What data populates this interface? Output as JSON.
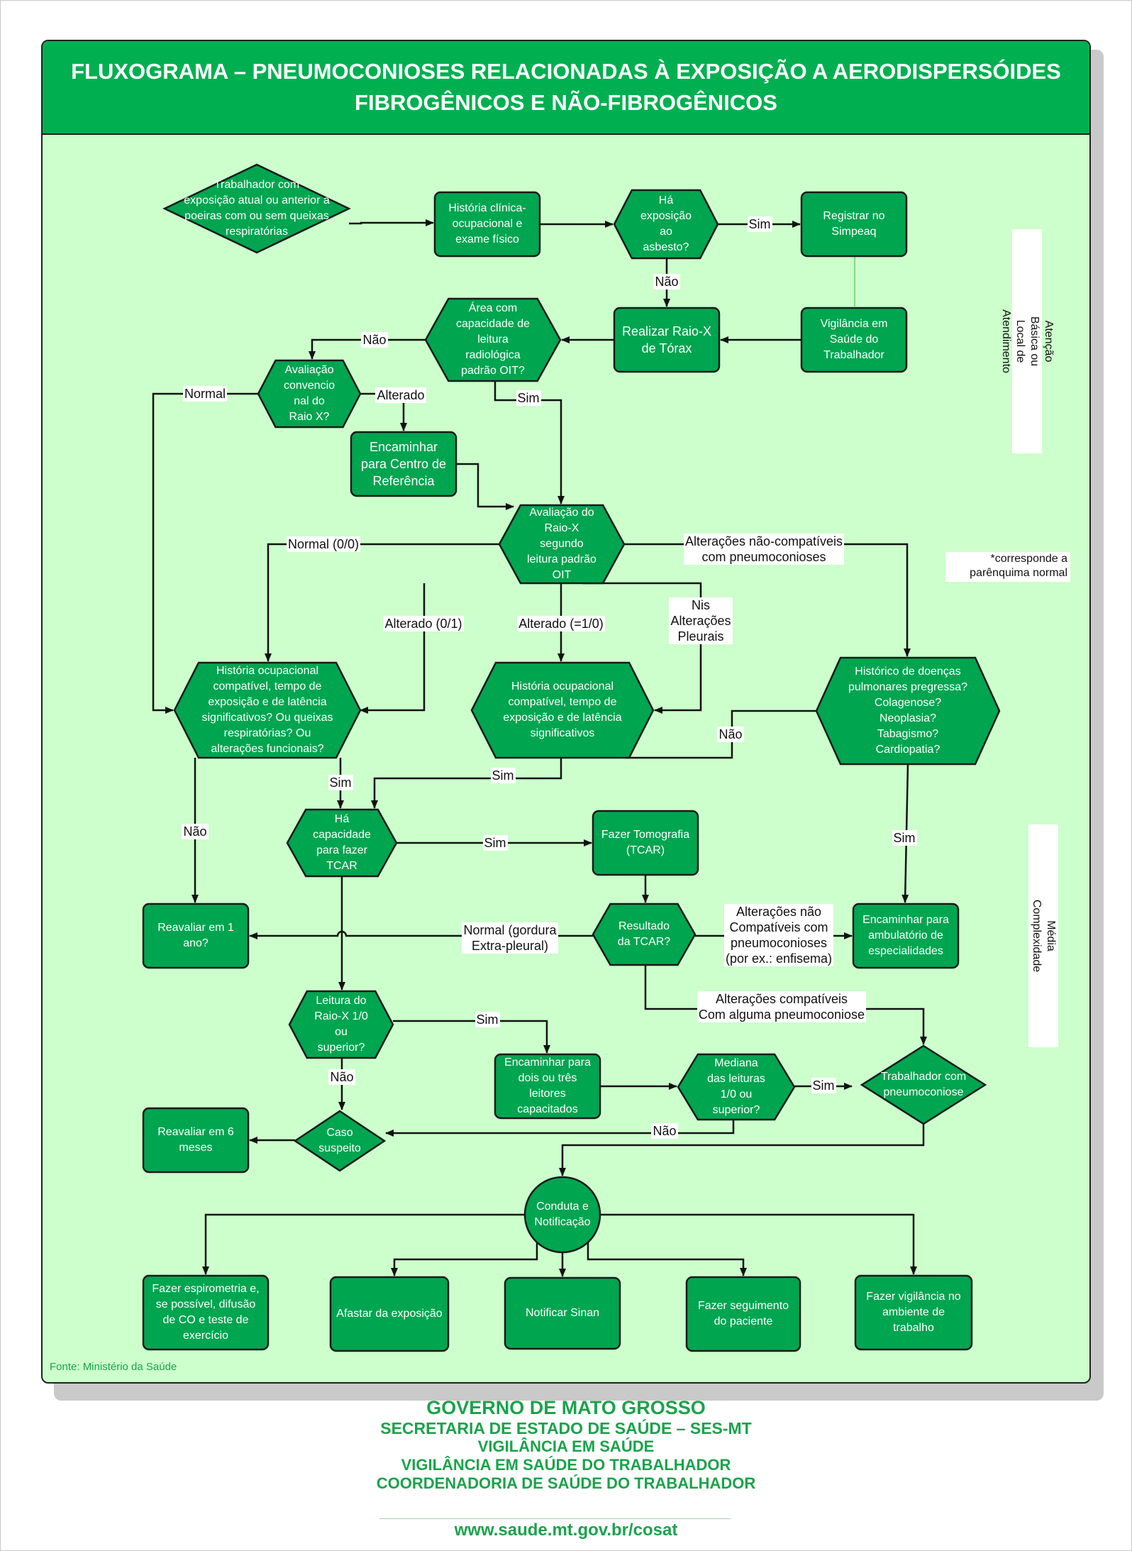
{
  "title": {
    "line1": "FLUXOGRAMA – PNEUMOCONIOSES RELACIONADAS À EXPOSIÇÃO A AERODISPERSÓIDES",
    "line2": "FIBROGÊNICOS E NÃO-FIBROGÊNICOS"
  },
  "side_labels": {
    "top": "Atenção Básica ou Local de\nAtendimento",
    "bottom": "Média Complexidade"
  },
  "note": "*corresponde a\nparênquima normal",
  "source": "Fonte: Ministério da Saúde",
  "nodes": {
    "trabalhador": "Trabalhador com\nexposição atual ou anterior a\npoeiras com ou sem queixas\nrespiratórias",
    "historia_clinica": "História clínica-\nocupacional e\nexame físico",
    "exposicao_asbesto": "Há\nexposição\nao\nasbesto?",
    "registrar": "Registrar no\nSimpeaq",
    "vigilancia": "Vigilância em\nSaúde do\nTrabalhador",
    "raio_x": "Realizar Raio-X\nde Tórax",
    "area_leitura": "Área com\ncapacidade de\nleitura\nradiológica\npadrão OIT?",
    "avaliacao_conv": "Avaliação\nconvencio\nnal do\nRaio X?",
    "encaminhar_centro": "Encaminhar\npara Centro de\nReferência",
    "avaliacao_oit": "Avaliação do\nRaio-X\nsegundo\nleitura padrão\nOIT",
    "historia_queixas": "História ocupacional\ncompatível, tempo de\nexposição e de latência\nsignificativos? Ou queixas\nrespiratórias? Ou\nalterações funcionais?",
    "historia_latencia": "História ocupacional\ncompatível, tempo de\nexposição e de latência\nsignificativos",
    "historico_doencas": "Histórico de doenças\npulmonares pregressa?\nColagenose?\nNeoplasia?\nTabagismo?\nCardiopatia?",
    "capacidade_tcar": "Há\ncapacidade\npara fazer\nTCAR",
    "fazer_tomografia": "Fazer Tomografia\n(TCAR)",
    "reavaliar_1ano": "Reavaliar em 1\nano?",
    "resultado_tcar": "Resultado\nda TCAR?",
    "encaminhar_ambulatorio": "Encaminhar para\nambulatório de\nespecialidades",
    "leitura_raio": "Leitura do\nRaio-X 1/0\nou\nsuperior?",
    "encaminhar_leitores": "Encaminhar para\ndois ou três\nleitores\ncapacitados",
    "mediana": "Mediana\ndas leituras\n1/0 ou\nsuperior?",
    "trabalhador_pneumo": "Trabalhador com\npneumoconiose",
    "reavaliar_6meses": "Reavaliar em 6\nmeses",
    "caso_suspeito": "Caso\nsuspeito",
    "conduta": "Conduta e\nNotificação",
    "espirometria": "Fazer espirometria e,\nse possível, difusão\nde CO e teste de\nexercício",
    "afastar": "Afastar da exposição",
    "notificar": "Notificar Sinan",
    "seguimento": "Fazer seguimento\ndo paciente",
    "vigilancia_ambiente": "Fazer vigilância no\nambiente de\ntrabalho"
  },
  "edge_labels": {
    "sim_registrar": "Sim",
    "nao_asbesto": "Não",
    "nao_area": "Não",
    "sim_area": "Sim",
    "normal_conv": "Normal",
    "alterado_conv": "Alterado",
    "normal_00": "Normal (0/0)",
    "alteracoes_nao_compat": "Alterações não-compatíveis\ncom pneumoconioses",
    "alterado_01": "Alterado (0/1)",
    "alterado_10": "Alterado (=1/0)",
    "nis_pleurais": "Nis\nAlterações\nPleurais",
    "nao_historico": "Não",
    "sim_queixas": "Sim",
    "sim_latencia": "Sim",
    "nao_queixas": "Não",
    "sim_tcar": "Sim",
    "sim_historico": "Sim",
    "normal_gordura": "Normal (gordura\nExtra-pleural)",
    "alteracoes_nao_compat2": "Alterações não\nCompatíveis com\npneumoconioses\n(por ex.: enfisema)",
    "alteracoes_compat": "Alterações compatíveis\nCom alguma pneumoconiose",
    "sim_leitura": "Sim",
    "nao_leitura": "Não",
    "sim_mediana": "Sim",
    "nao_mediana": "Não"
  },
  "footer": {
    "line1": "GOVERNO DE MATO GROSSO",
    "line2": "SECRETARIA DE ESTADO DE SAÚDE – SES-MT",
    "line3": "VIGILÂNCIA EM SAÚDE",
    "line4": "VIGILÂNCIA EM SAÚDE DO TRABALHADOR",
    "line5": "COORDENADORIA DE SAÚDE DO TRABALHADOR",
    "url": "www.saude.mt.gov.br/cosat"
  },
  "colors": {
    "header": "#00b050",
    "panel": "#ccffcc",
    "node": "#00a550",
    "footer_text": "#1aa34a"
  }
}
